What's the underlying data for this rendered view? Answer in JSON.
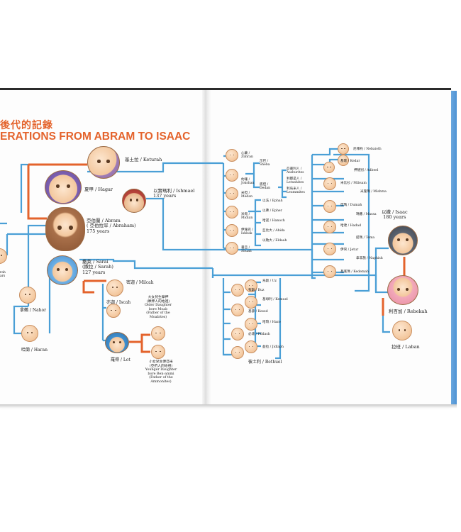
{
  "title": {
    "cn": "後代的記錄",
    "en": "ERATIONS FROM ABRAM TO ISAAC"
  },
  "colors": {
    "line_blue": "#4a9fd6",
    "line_orange": "#e4632c",
    "title": "#e4632c",
    "spine": "#4f93d3"
  },
  "people": {
    "keturah": "基土拉 / Keturah",
    "hagar": "夏甲 / Hagar",
    "ishmael": [
      "以實瑪利 / Ishmael",
      "137 years"
    ],
    "abram": [
      "亞伯蘭 / Abram",
      "( 亞伯拉罕 / Abraham)",
      "175 years"
    ],
    "sarai": [
      "撒萊 / Sarai",
      "(撒拉 / Sarah)",
      "127 years"
    ],
    "left_cut": [
      "rah",
      "ars"
    ],
    "nahor": "拿鶴 / Nahor",
    "haran": "哈蘭 / Haran",
    "milcah": "密迦 / Milcah",
    "iscah": [
      "亦迦",
      "/ Iscah"
    ],
    "lot": "羅得 / Lot",
    "older_daughter": [
      "大女兒生摩押",
      "(摩押人的始祖)",
      "Older Daughter",
      "bore Moab",
      "(Father of the",
      "Moabites)"
    ],
    "younger_daughter": [
      "小女兒生便亞米",
      "(亞捫人的始祖)",
      "Younger Daughter",
      "bore Ben-ammi",
      "(Father of the Ammonites)"
    ],
    "isaac": [
      "以撒 / Isaac",
      "180 years"
    ],
    "rebekah": "利百加 / Rebekah",
    "laban": "拉班 / Laban",
    "bethuel": "彼土利 / Bethuel"
  },
  "keturah_sons": [
    [
      "心蘭 /",
      "Zimran"
    ],
    [
      "約珊 /",
      "Jokshan"
    ],
    [
      "米但 /",
      "Medan"
    ],
    [
      "米甸 /",
      "Midian"
    ],
    [
      "伊施巴 /",
      "Ishbak"
    ],
    [
      "書亞 /",
      "Shuah"
    ]
  ],
  "jokshan_sons": [
    [
      "示巴 /",
      "Sheba"
    ],
    [
      "底但 /",
      "Dedan"
    ]
  ],
  "dedan_sons": [
    [
      "亞書利人 /",
      "Asshurites"
    ],
    [
      "利都是人 /",
      "Letushites"
    ],
    [
      "利烏米人 /",
      "Leummites"
    ]
  ],
  "midian_sons": [
    "以法 / Ephah",
    "以弗 / Epher",
    "哈諾 / Hanoch",
    "亞比大 / Abida",
    "以勒大 / Eldaah"
  ],
  "ishmael_sons": [
    "尼拜約 / Nebaioth",
    "基達 / Kedar",
    "押德別 / Adbeel",
    "米比衫 / Mibsam",
    "米施瑪 / Mishma",
    "度瑪 / Dumah",
    "瑪撒 / Massa",
    "哈達 / Hadad",
    "提瑪 / Tema",
    "伊突 / Jetur",
    "拿非施 / Naphish",
    "基底瑪 / Kedemah"
  ],
  "nahor_sons": [
    "烏斯 / Uz",
    "布斯 / Buz",
    "基母利 / Kemuel",
    "基薛 / Kesed",
    "哈瑣 / Hazo",
    "必達 / Pildash",
    "益拉 / Jidlaph"
  ]
}
